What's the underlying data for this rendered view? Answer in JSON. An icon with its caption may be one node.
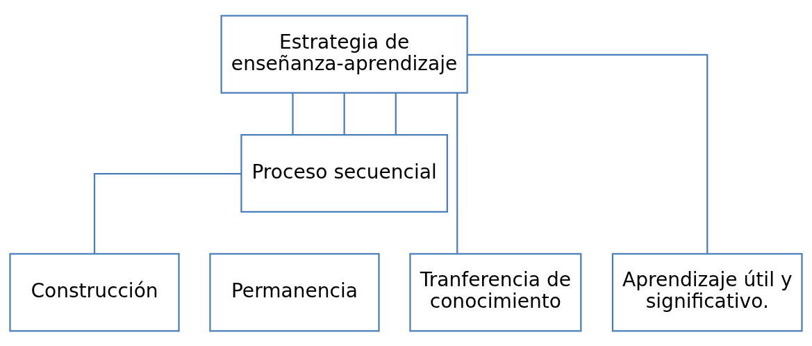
{
  "diagram": {
    "nodes": [
      {
        "text": [
          "Estrategia de enseñanza-aprendizaje"
        ]
      },
      {
        "text": [
          "Proceso secuencial"
        ]
      },
      {
        "text": [
          "Construcción"
        ]
      },
      {
        "text": [
          "Permanencia"
        ]
      },
      {
        "text": [
          "Tranferencia de conocimiento"
        ]
      },
      {
        "text": [
          "Aprendizaje útil y significativo."
        ]
      }
    ],
    "edges": [
      {
        "from": 0,
        "to": 1,
        "arrow": "none"
      },
      {
        "from": 0,
        "to": 1,
        "arrow": "none"
      },
      {
        "from": 0,
        "to": 1,
        "arrow": "none"
      },
      {
        "from": 1,
        "to": 2,
        "arrow": "none"
      },
      {
        "from": 0,
        "to": 4,
        "arrow": "none"
      },
      {
        "from": 0,
        "to": 5,
        "arrow": "none"
      }
    ]
  }
}
